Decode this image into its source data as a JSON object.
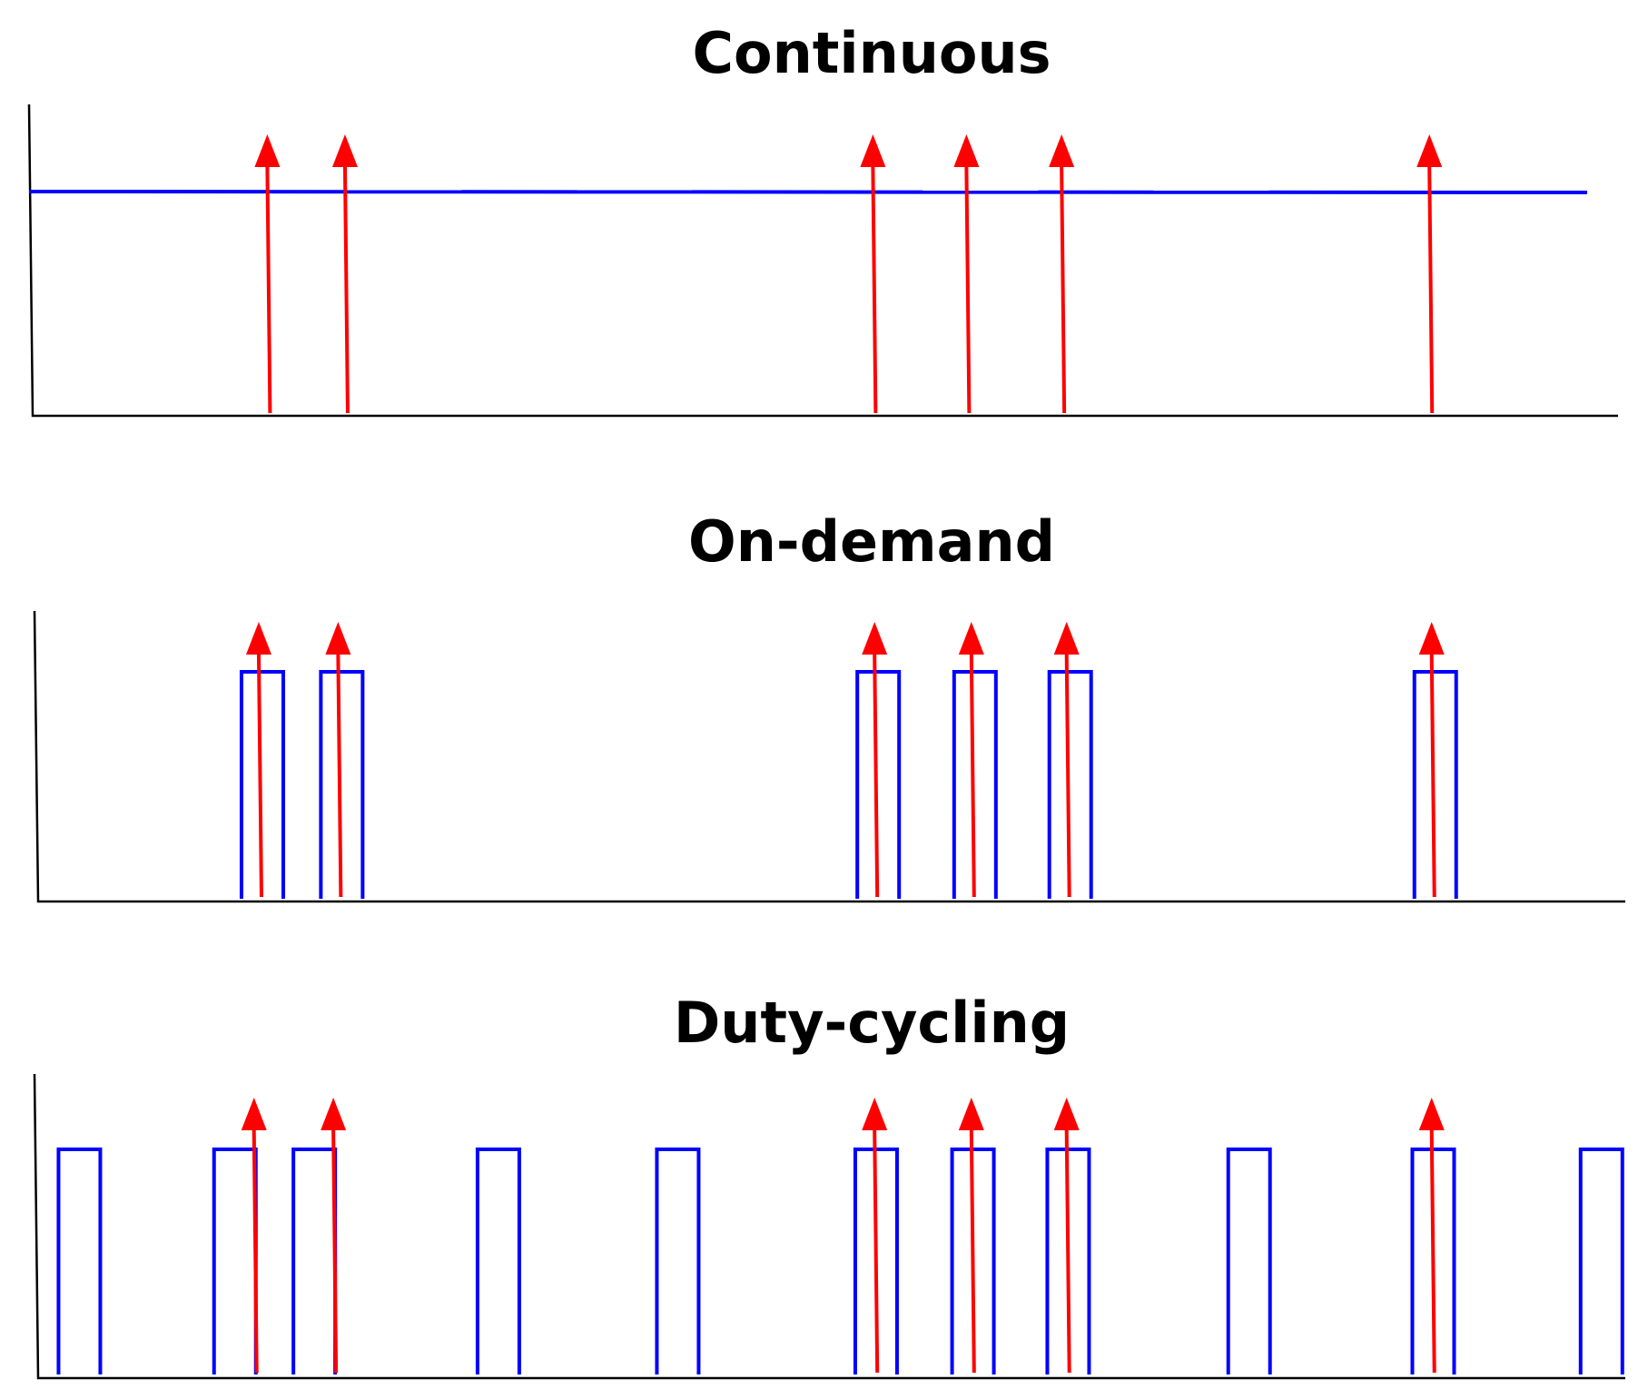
{
  "colors": {
    "event_arrow": "#ff0000",
    "sensing_signal": "#0000ff",
    "axis": "#000000",
    "background": "#ffffff"
  },
  "panels": [
    {
      "id": "continuous",
      "title": "Continuous",
      "signal_type": "continuous",
      "events": [
        0.148,
        0.197,
        0.53,
        0.589,
        0.649,
        0.881
      ]
    },
    {
      "id": "on-demand",
      "title": "On-demand",
      "signal_type": "on-demand-pulses",
      "events": [
        0.139,
        0.189,
        0.527,
        0.588,
        0.648,
        0.878
      ]
    },
    {
      "id": "duty-cycling",
      "title": "Duty-cycling",
      "signal_type": "periodic-pulses",
      "events": [
        0.136,
        0.186,
        0.527,
        0.588,
        0.648,
        0.878
      ]
    }
  ]
}
